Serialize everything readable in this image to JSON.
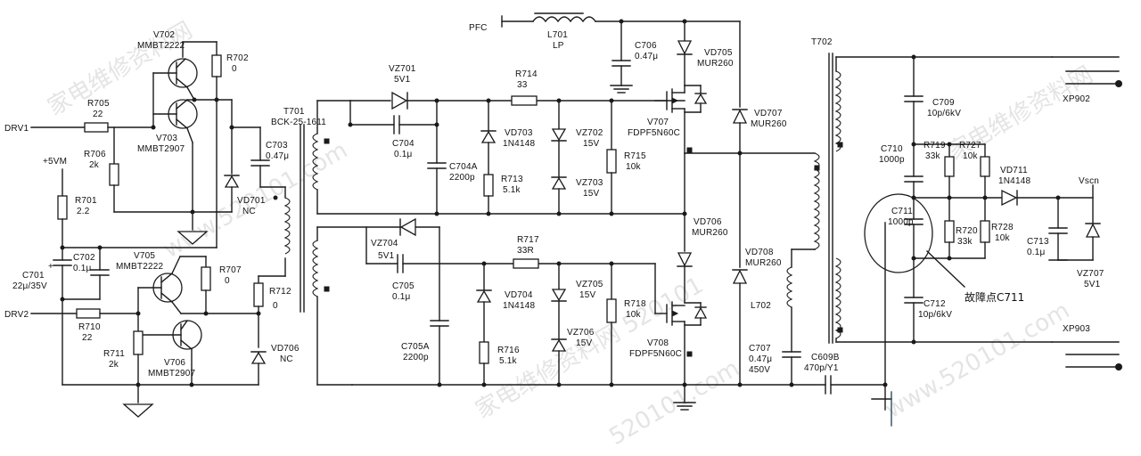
{
  "watermarks": [
    "家电维修资料网",
    "www.520101.com",
    "家电维修资料网 520101",
    "520101.com",
    "家电维修资料网",
    "www.520101.com"
  ],
  "labels": {
    "drv1": "DRV1",
    "drv2": "DRV2",
    "v5vm": "+5VM",
    "v702": "V702",
    "v702_part": "MMBT2222",
    "r702": "R702",
    "r702_val": "0",
    "r705": "R705",
    "r705_val": "22",
    "v703": "V703",
    "v703_part": "MMBT2907",
    "r706": "R706",
    "r706_val": "2k",
    "r701": "R701",
    "r701_val": "2.2",
    "c702": "C702",
    "c702_val": "0.1μ",
    "c701": "C701",
    "c701_val": "22μ/35V",
    "v705": "V705",
    "v705_part": "MMBT2222",
    "r707": "R707",
    "r707_val": "0",
    "r710": "R710",
    "r710_val": "22",
    "r711": "R711",
    "r711_val": "2k",
    "v706": "V706",
    "v706_part": "MMBT2907",
    "c703": "C703",
    "c703_val": "0.47μ",
    "vd701": "VD701",
    "vd701_val": "NC",
    "t701": "T701",
    "t701_part": "BCK-25-1611",
    "r712": "R712",
    "r712_val": "0",
    "vd706_nc": "VD706",
    "vd706_nc_val": "NC",
    "vz701": "VZ701",
    "vz701_val": "5V1",
    "c704": "C704",
    "c704_val": "0.1μ",
    "c704a": "C704A",
    "c704a_val": "2200p",
    "vz704": "VZ704",
    "vz704_val": "5V1",
    "c705": "C705",
    "c705_val": "0.1μ",
    "c705a": "C705A",
    "c705a_val": "2200p",
    "pfc": "PFC",
    "l701": "L701",
    "l701_val": "LP",
    "c706": "C706",
    "c706_val": "0.47μ",
    "r714": "R714",
    "r714_val": "33",
    "vd703": "VD703",
    "vd703_val": "1N4148",
    "r713": "R713",
    "r713_val": "5.1k",
    "vz702": "VZ702",
    "vz702_val": "15V",
    "vz703": "VZ703",
    "vz703_val": "15V",
    "r715": "R715",
    "r715_val": "10k",
    "v707": "V707",
    "v707_part": "FDPF5N60C",
    "vd705": "VD705",
    "vd705_val": "MUR260",
    "vd707": "VD707",
    "vd707_val": "MUR260",
    "r717": "R717",
    "r717_val": "33R",
    "vd704": "VD704",
    "vd704_val": "1N4148",
    "r716": "R716",
    "r716_val": "5.1k",
    "vz705": "VZ705",
    "vz705_val": "15V",
    "vz706": "VZ706",
    "vz706_val": "15V",
    "r718": "R718",
    "r718_val": "10k",
    "v708": "V708",
    "v708_part": "FDPF5N60C",
    "vd706": "VD706",
    "vd706_val": "MUR260",
    "vd708": "VD708",
    "vd708_val": "MUR260",
    "l702": "L702",
    "c707": "C707",
    "c707_val": "0.47μ",
    "c707_volt": "450V",
    "c609b": "C609B",
    "c609b_val": "470p/Y1",
    "t702": "T702",
    "c709": "C709",
    "c709_val": "10p/6kV",
    "c710": "C710",
    "c710_val": "1000p",
    "r719": "R719",
    "r719_val": "33k",
    "r727": "R727",
    "r727_val": "10k",
    "vd711": "VD711",
    "vd711_val": "1N4148",
    "vscn": "Vscn",
    "c711": "C711",
    "c711_val": "1000p",
    "r720": "R720",
    "r720_val": "33k",
    "r728": "R728",
    "r728_val": "10k",
    "c713": "C713",
    "c713_val": "0.1μ",
    "vz707": "VZ707",
    "vz707_val": "5V1",
    "fault": "故障点C711",
    "c712": "C712",
    "c712_val": "10p/6kV",
    "xp902": "XP902",
    "xp903": "XP903"
  }
}
